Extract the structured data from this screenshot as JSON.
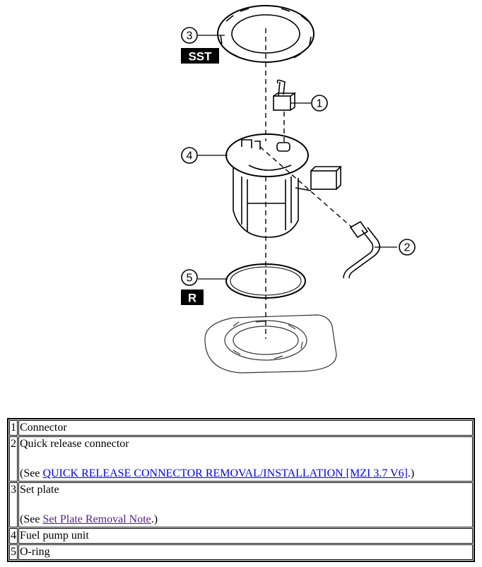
{
  "figure": {
    "callouts": [
      "1",
      "2",
      "3",
      "4",
      "5"
    ],
    "tags": {
      "sst": "SST",
      "replace": "R"
    }
  },
  "parts": [
    {
      "num": "1",
      "name": "Connector"
    },
    {
      "num": "2",
      "name": "Quick release connector",
      "note_prefix": "(See ",
      "link": "QUICK RELEASE CONNECTOR REMOVAL/INSTALLATION [MZI 3.7 V6]",
      "note_suffix": ".)"
    },
    {
      "num": "3",
      "name": "Set plate",
      "note_prefix": "(See ",
      "link": "Set Plate Removal Note",
      "note_suffix": ".)"
    },
    {
      "num": "4",
      "name": "Fuel pump unit"
    },
    {
      "num": "5",
      "name": "O-ring"
    }
  ]
}
